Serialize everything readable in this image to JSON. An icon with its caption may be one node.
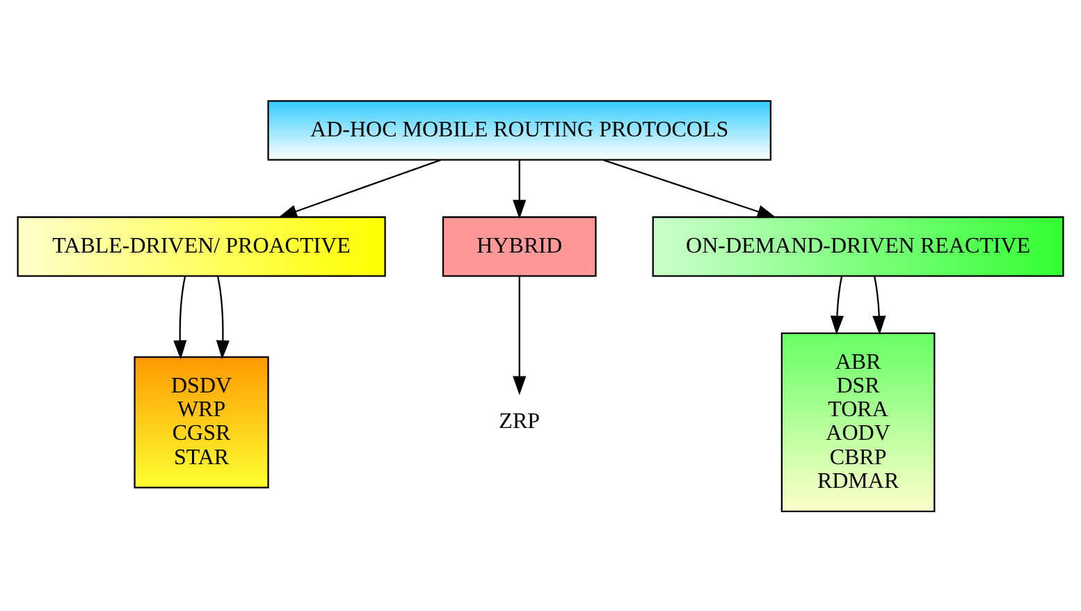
{
  "diagram": {
    "nodes": [
      {
        "text": [
          "AD-HOC MOBILE ROUTING PROTOCOLS"
        ]
      },
      {
        "text": [
          "TABLE-DRIVEN/ PROACTIVE"
        ]
      },
      {
        "text": [
          "HYBRID"
        ]
      },
      {
        "text": [
          "ON-DEMAND-DRIVEN REACTIVE"
        ]
      },
      {
        "text": [
          "DSDV",
          "WRP",
          "CGSR",
          "STAR"
        ]
      },
      {
        "text": [
          "ZRP"
        ]
      },
      {
        "text": [
          "ABR",
          "DSR",
          "TORA",
          "AODV",
          "CBRP",
          "RDMAR"
        ]
      }
    ],
    "edges": [
      {
        "from": 0,
        "to": 1,
        "arrow": "to"
      },
      {
        "from": 0,
        "to": 2,
        "arrow": "to"
      },
      {
        "from": 0,
        "to": 3,
        "arrow": "to"
      },
      {
        "from": 1,
        "to": 4,
        "arrow": "to"
      },
      {
        "from": 1,
        "to": 4,
        "arrow": "to"
      },
      {
        "from": 2,
        "to": 5,
        "arrow": "to"
      },
      {
        "from": 3,
        "to": 6,
        "arrow": "to"
      },
      {
        "from": 3,
        "to": 6,
        "arrow": "to"
      }
    ]
  }
}
